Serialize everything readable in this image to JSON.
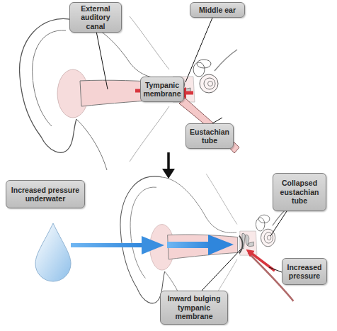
{
  "diagram": {
    "nodes": [
      {
        "text": [
          "External auditory canal"
        ]
      },
      {
        "text": [
          "Middle ear"
        ]
      },
      {
        "text": [
          "Tympanic membrane"
        ]
      },
      {
        "text": [
          "Eustachian tube"
        ]
      },
      {
        "text": [
          "Increased pressure underwater"
        ]
      },
      {
        "text": [
          "Collapsed eustachian tube"
        ]
      },
      {
        "text": [
          "Increased pressure"
        ]
      },
      {
        "text": [
          "Inward bulging tympanic membrane"
        ]
      }
    ]
  }
}
